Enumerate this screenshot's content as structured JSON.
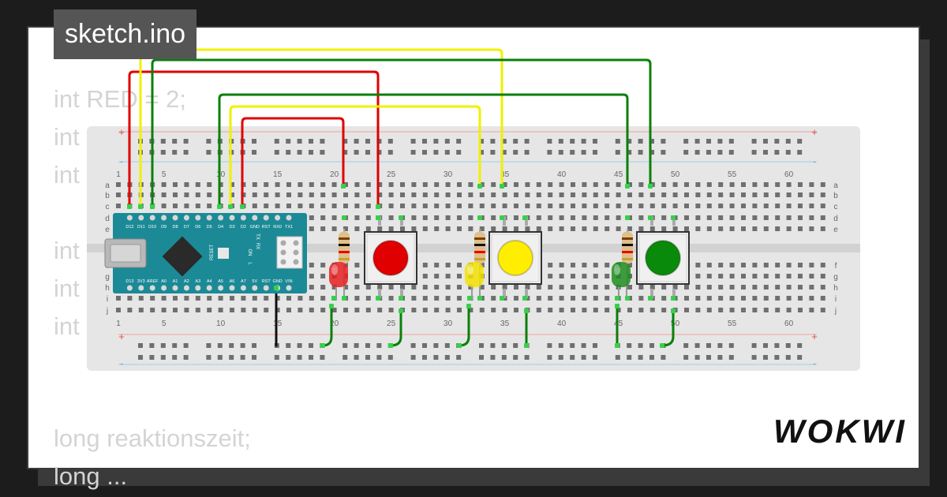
{
  "title_tab": "sketch.ino",
  "brand": "WOKWI",
  "code_lines": [
    "int RED = 2;",
    "int",
    "int",
    "",
    "int",
    "int",
    "int",
    "",
    "",
    "long reaktionszeit;",
    "long ..."
  ],
  "breadboard": {
    "column_numbers": [
      "1",
      "5",
      "10",
      "15",
      "20",
      "25",
      "30",
      "35",
      "40",
      "45",
      "50",
      "55",
      "60"
    ],
    "row_letters_top": [
      "a",
      "b",
      "c",
      "d",
      "e"
    ],
    "row_letters_bottom": [
      "f",
      "g",
      "h",
      "i",
      "j"
    ],
    "rail_plus": "+",
    "rail_minus": "-"
  },
  "arduino": {
    "top_pins": [
      "D12",
      "D11",
      "D10",
      "D9",
      "D8",
      "D7",
      "D6",
      "D5",
      "D4",
      "D3",
      "D2",
      "GND",
      "RST",
      "RX0",
      "TX1"
    ],
    "bottom_pins": [
      "D13",
      "3V3",
      "AREF",
      "A0",
      "A1",
      "A2",
      "A3",
      "A4",
      "A5",
      "A6",
      "A7",
      "5V",
      "RST",
      "GND",
      "VIN"
    ],
    "labels": {
      "reset": "RESET",
      "tx": "TX",
      "rx": "RX",
      "on": "ON",
      "l": "L"
    }
  },
  "components": {
    "leds": [
      {
        "name": "red-led",
        "color": "#e52020"
      },
      {
        "name": "yellow-led",
        "color": "#f2e200"
      },
      {
        "name": "green-led",
        "color": "#1e8c1e"
      }
    ],
    "buttons": [
      {
        "name": "red-button",
        "color": "#e00000"
      },
      {
        "name": "yellow-button",
        "color": "#ffee00"
      },
      {
        "name": "green-button",
        "color": "#0a8a0a"
      }
    ]
  },
  "colors": {
    "wire_red": "#e00000",
    "wire_yellow": "#f0f000",
    "wire_green": "#0a800a",
    "wire_black": "#111111",
    "board": "#1b8a96"
  }
}
